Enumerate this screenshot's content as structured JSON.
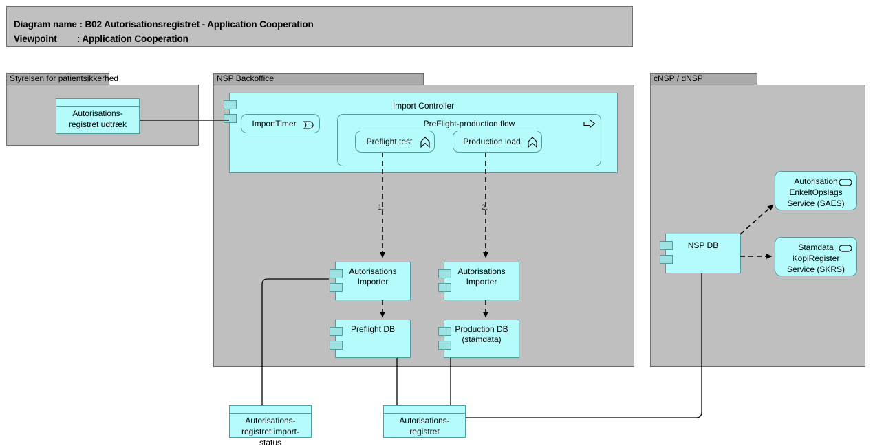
{
  "header": {
    "line1": "Diagram name : B02 Autorisationsregistret - Application Cooperation",
    "line2": "Viewpoint        : Application Cooperation"
  },
  "groups": [
    {
      "id": "styrelsen",
      "label": "Styrelsen for patientsikkerhed"
    },
    {
      "id": "nsp_backoffice",
      "label": "NSP Backoffice"
    },
    {
      "id": "cnsp_dnsp",
      "label": "cNSP / dNSP"
    }
  ],
  "elements": {
    "udtraek": {
      "label": "Autorisations-\nregistret udtræk",
      "type": "data-object"
    },
    "import_controller": {
      "label": "Import Controller",
      "type": "application-component"
    },
    "import_timer": {
      "label": "ImportTimer",
      "type": "application-event",
      "icon": "application-event-icon"
    },
    "preflight_flow": {
      "label": "PreFlight-production flow",
      "type": "application-process",
      "icon": "application-process-icon"
    },
    "preflight_test": {
      "label": "Preflight test",
      "type": "application-function",
      "icon": "application-function-icon"
    },
    "production_load": {
      "label": "Production load",
      "type": "application-function",
      "icon": "application-function-icon"
    },
    "importer_left": {
      "label": "Autorisations\nImporter",
      "type": "application-component"
    },
    "importer_right": {
      "label": "Autorisations\nImporter",
      "type": "application-component"
    },
    "preflight_db": {
      "label": "Preflight DB",
      "type": "application-component"
    },
    "production_db": {
      "label": "Production DB\n(stamdata)",
      "type": "application-component"
    },
    "nsp_db": {
      "label": "NSP DB",
      "type": "application-component"
    },
    "saes": {
      "label": "Autorisation\nEnkeltOpslags\nService (SAES)",
      "type": "application-service",
      "icon": "application-service-icon"
    },
    "skrs": {
      "label": "Stamdata\nKopiRegister\nService (SKRS)",
      "type": "application-service",
      "icon": "application-service-icon"
    },
    "import_status": {
      "label": "Autorisations-\nregistret import-\nstatus",
      "type": "data-object"
    },
    "autorisationsregistret": {
      "label": "Autorisations-\nregistret",
      "type": "data-object"
    }
  },
  "connection_labels": {
    "flow_1": "1.",
    "flow_2": "2."
  },
  "colors": {
    "element_fill": "#b6fbfb",
    "element_border": "#4d9f9f",
    "port_fill": "#9ee3e3",
    "group_body": "#bfbfbf",
    "group_tab": "#aaaaaa",
    "title_fill": "#c0c0c0",
    "line": "#000000"
  }
}
